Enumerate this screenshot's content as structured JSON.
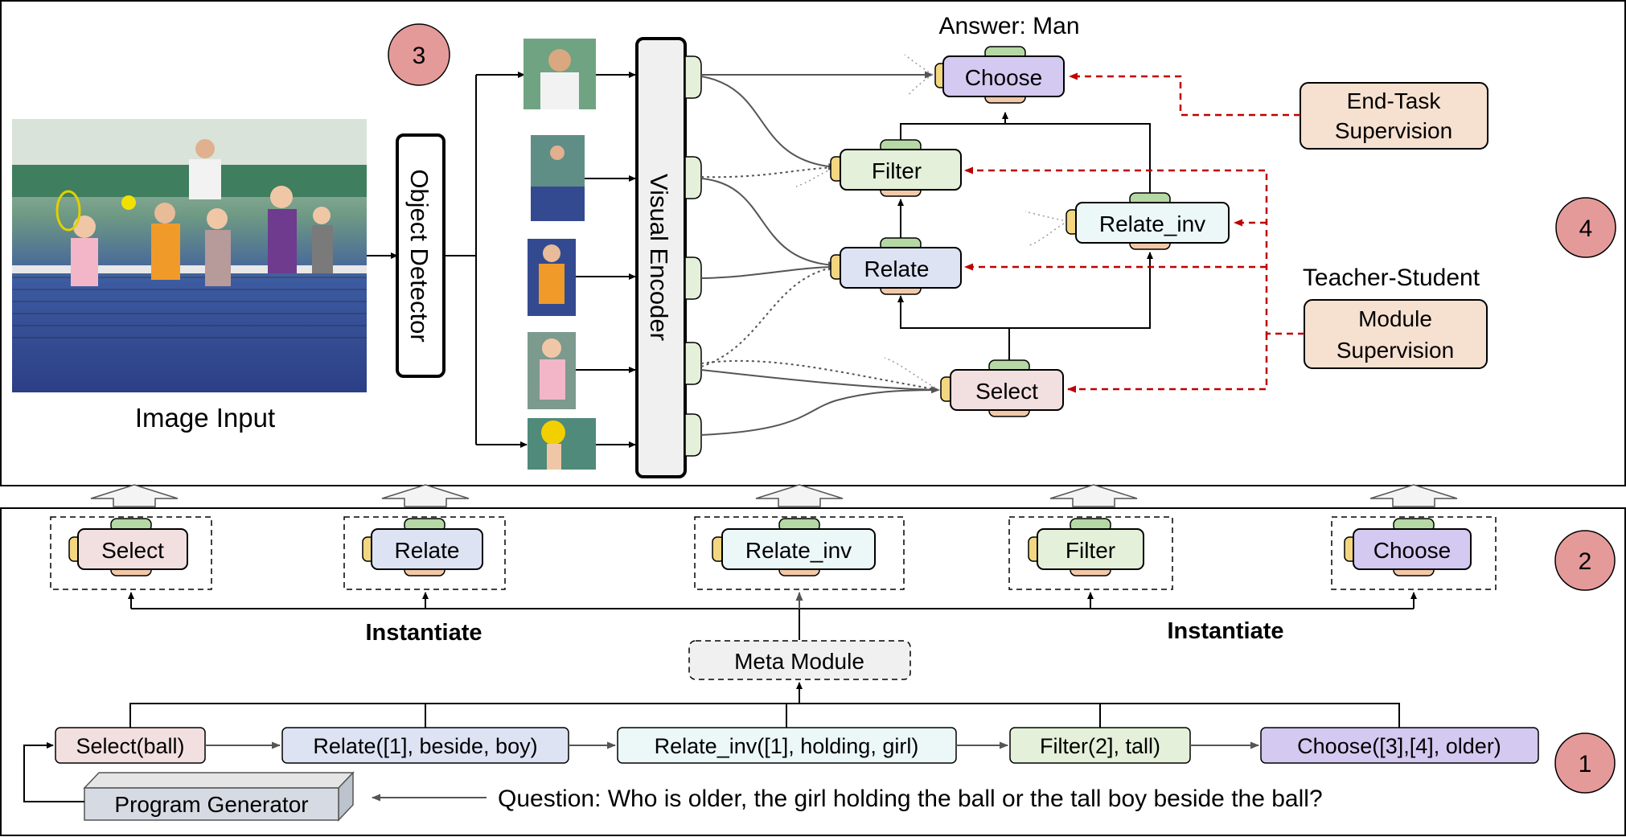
{
  "answer": "Answer: Man",
  "image_input_label": "Image Input",
  "object_detector": "Object Detector",
  "visual_encoder": "Visual Encoder",
  "step_badges": [
    "3",
    "4",
    "2",
    "1"
  ],
  "top_modules": {
    "choose": "Choose",
    "filter": "Filter",
    "relate": "Relate",
    "relate_inv": "Relate_inv",
    "select": "Select"
  },
  "supervision": {
    "end_task": [
      "End-Task",
      "Supervision"
    ],
    "teacher_student": "Teacher-Student",
    "module": [
      "Module",
      "Supervision"
    ]
  },
  "instantiated_modules": [
    "Select",
    "Relate",
    "Relate_inv",
    "Filter",
    "Choose"
  ],
  "instantiate_label": "Instantiate",
  "meta_module": "Meta Module",
  "program_steps": [
    "Select(ball)",
    "Relate([1], beside, boy)",
    "Relate_inv([1], holding, girl)",
    "Filter(2], tall)",
    "Choose([3],[4], older)"
  ],
  "program_generator": "Program Generator",
  "question": "Question: Who is older, the girl holding the ball or the tall boy beside the ball?",
  "colors": {
    "select": "#f2dfe0",
    "relate": "#dde3f3",
    "relate_inv": "#ecf7f7",
    "filter": "#e4f0d9",
    "choose": "#d4c9f0",
    "badge": "#e59a9a",
    "supervision": "#f6e0d0",
    "top_cap": "#b6d8a4",
    "bottom_cap": "#f2c9a8",
    "side_cap": "#f2d680",
    "red_dashed": "#c00000"
  }
}
